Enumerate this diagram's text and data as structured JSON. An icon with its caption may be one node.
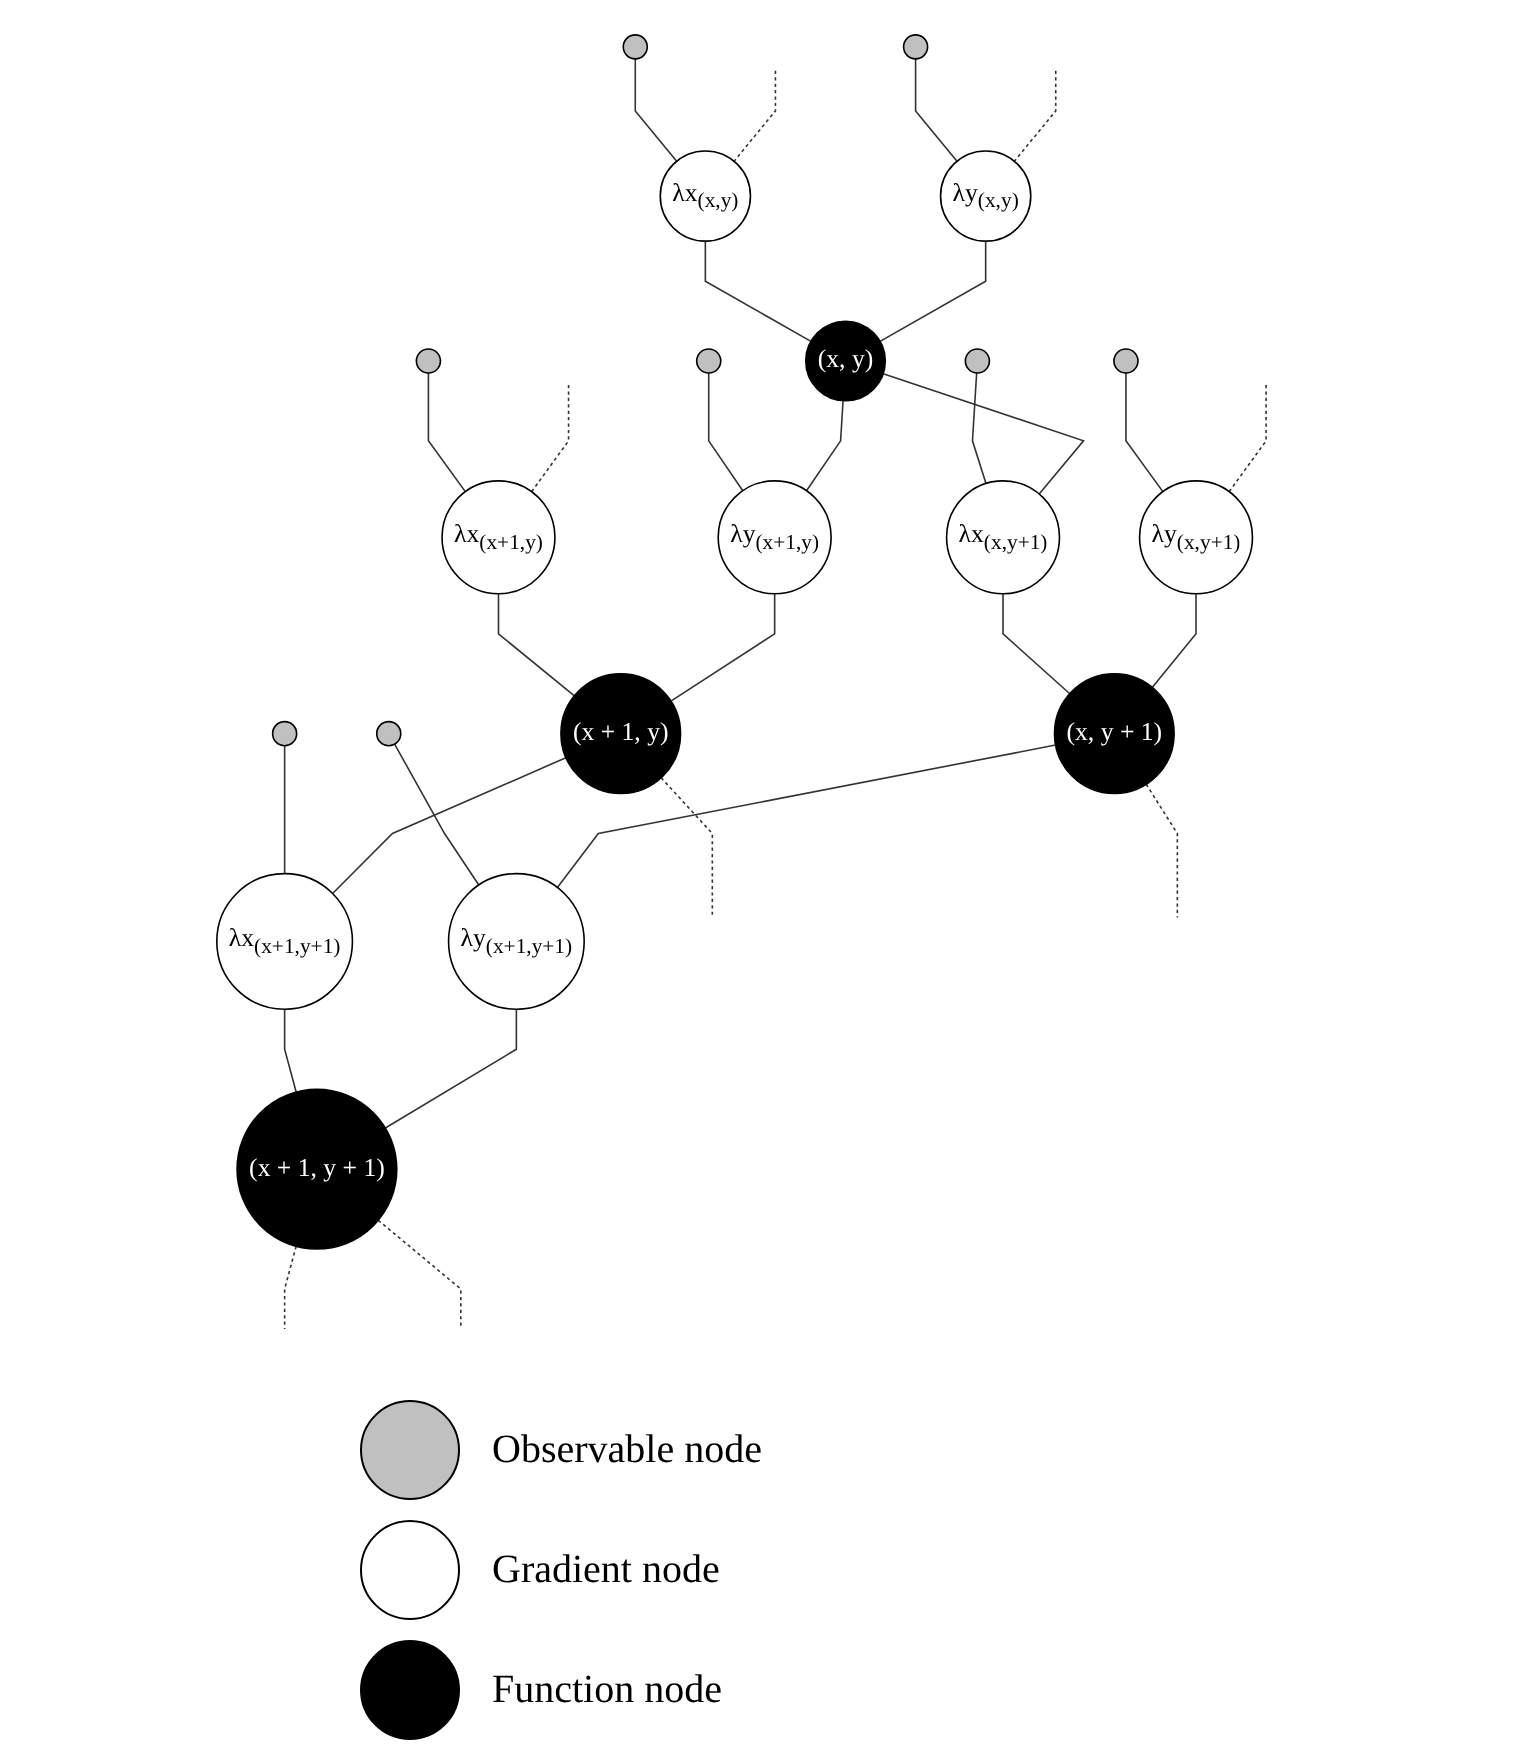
{
  "diagram": {
    "nodes": [
      {
        "text": [],
        "shape": "circle"
      },
      {
        "text": [
          "λx$_{(x,y)}$"
        ]
      },
      {
        "text": [],
        "shape": "circle"
      },
      {
        "text": [
          "λx$_{(x+1,y)}$"
        ]
      },
      {
        "text": [],
        "shape": "circle"
      },
      {
        "text": [],
        "shape": "circle"
      },
      {
        "text": [
          "λy$_{(x,y)}$"
        ]
      },
      {
        "text": [
          "(x, y)"
        ]
      },
      {
        "text": [
          "λy$_{(x+1,y)}$"
        ]
      },
      {
        "text": [
          "(x + 1, y)"
        ]
      },
      {
        "text": [],
        "shape": "circle"
      },
      {
        "text": [],
        "shape": "circle"
      },
      {
        "text": [
          "λx$_{(x,y+1)}$"
        ]
      },
      {
        "text": [
          "λx$_{(x+1,y+1)}$"
        ]
      },
      {
        "text": [],
        "shape": "circle"
      },
      {
        "text": [],
        "shape": "circle"
      },
      {
        "text": [
          "λy$_{(x,y+1)}$"
        ]
      },
      {
        "text": [
          "(x, y + 1)"
        ]
      },
      {
        "text": [
          "λy$_{(x+1,y+1)}$"
        ]
      },
      {
        "text": [
          "(x + 1, y + 1)"
        ]
      }
    ],
    "edges": [
      {
        "from": 0,
        "to": 1,
        "arrow": "none"
      },
      {
        "from": 2,
        "to": 3,
        "arrow": "none"
      },
      {
        "from": 4,
        "to": 6,
        "arrow": "none"
      },
      {
        "from": 5,
        "to": 8,
        "arrow": "none"
      },
      {
        "from": 10,
        "to": 12,
        "arrow": "none"
      },
      {
        "from": 11,
        "to": 13,
        "arrow": "none"
      },
      {
        "from": 14,
        "to": 16,
        "arrow": "none"
      },
      {
        "from": 15,
        "to": 18,
        "arrow": "none"
      },
      {
        "from": 1,
        "to": 7,
        "arrow": "none"
      },
      {
        "from": 3,
        "to": 9,
        "arrow": "none"
      },
      {
        "from": 6,
        "to": 7,
        "arrow": "none"
      },
      {
        "from": 7,
        "to": 8,
        "arrow": "none"
      },
      {
        "from": 8,
        "to": 9,
        "arrow": "none"
      },
      {
        "from": 7,
        "to": 12,
        "arrow": "none"
      },
      {
        "from": 9,
        "to": 13,
        "arrow": "none"
      },
      {
        "from": 12,
        "to": 17,
        "arrow": "none"
      },
      {
        "from": 13,
        "to": 19,
        "arrow": "none"
      },
      {
        "from": 16,
        "to": 17,
        "arrow": "none"
      },
      {
        "from": 17,
        "to": 18,
        "arrow": "none"
      },
      {
        "from": 18,
        "to": 19,
        "arrow": "none"
      },
      {
        "from": null,
        "to": 1,
        "arrow": "none",
        "style": "dashed"
      },
      {
        "from": null,
        "to": 3,
        "arrow": "none",
        "style": "dashed"
      },
      {
        "from": null,
        "to": 6,
        "arrow": "none",
        "style": "dashed"
      },
      {
        "from": 9,
        "to": null,
        "arrow": "none",
        "style": "dashed"
      },
      {
        "from": null,
        "to": 16,
        "arrow": "none",
        "style": "dashed"
      },
      {
        "from": 17,
        "to": null,
        "arrow": "none",
        "style": "dashed"
      },
      {
        "from": 19,
        "to": null,
        "arrow": "none",
        "style": "dashed"
      },
      {
        "from": 19,
        "to": null,
        "arrow": "none",
        "style": "dashed"
      }
    ],
    "legend": [
      {
        "text": "Observable node",
        "color": "#c0c0c0"
      },
      {
        "text": "Gradient node",
        "color": "#ffffff"
      },
      {
        "text": "Function node",
        "color": "#000000"
      }
    ]
  }
}
